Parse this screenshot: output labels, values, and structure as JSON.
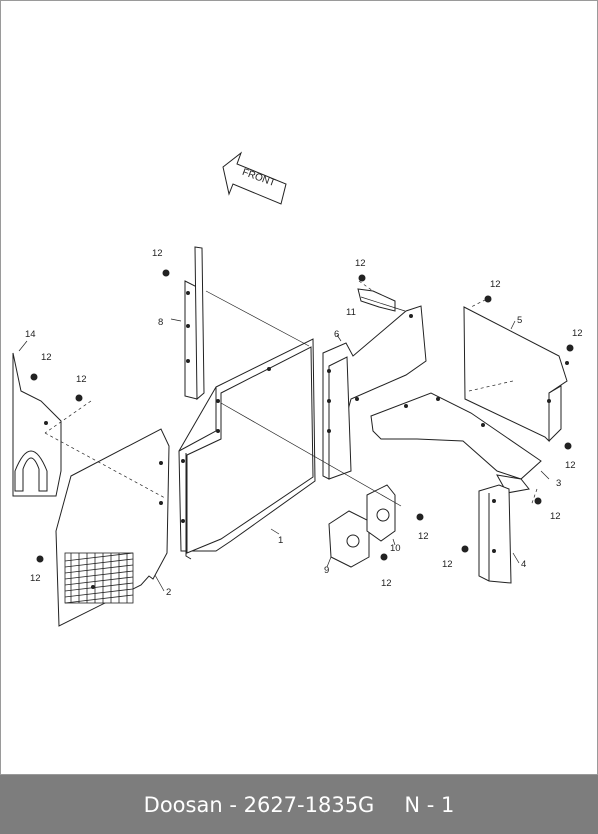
{
  "diagram": {
    "direction_label": "FRONT",
    "callouts": [
      "1",
      "2",
      "3",
      "4",
      "5",
      "6",
      "8",
      "9",
      "10",
      "11",
      "12",
      "14"
    ]
  },
  "footer": {
    "brand": "Doosan",
    "separator": " - ",
    "part_number": "2627-1835G",
    "page_code": "N - 1"
  }
}
